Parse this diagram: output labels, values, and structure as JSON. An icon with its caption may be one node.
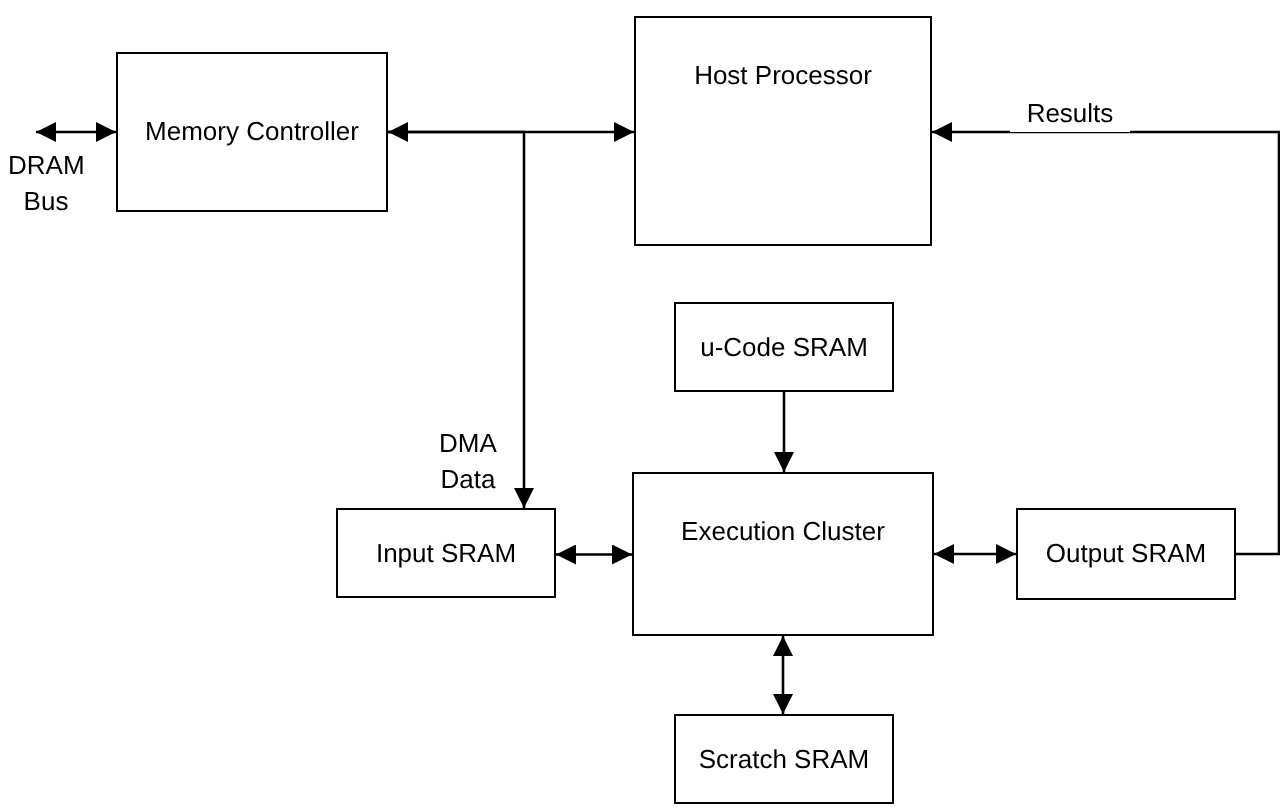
{
  "diagram": {
    "nodes": [
      {
        "text": [
          "Memory Controller"
        ]
      },
      {
        "text": [
          "Host Processor"
        ]
      },
      {
        "text": [
          "u-Code SRAM"
        ]
      },
      {
        "text": [
          "Input SRAM"
        ]
      },
      {
        "text": [
          "Execution Cluster"
        ]
      },
      {
        "text": [
          "Output SRAM"
        ]
      },
      {
        "text": [
          "Scratch SRAM"
        ]
      }
    ],
    "edges": [
      {
        "from": null,
        "to": 0,
        "arrow": "both",
        "label": "DRAM Bus"
      },
      {
        "from": 0,
        "to": 1,
        "arrow": "both"
      },
      {
        "from": 0,
        "to": 3,
        "arrow": "to",
        "label": "DMA Data"
      },
      {
        "from": 5,
        "to": 1,
        "arrow": "to",
        "label": "Results"
      },
      {
        "from": 2,
        "to": 4,
        "arrow": "to"
      },
      {
        "from": 3,
        "to": 4,
        "arrow": "both"
      },
      {
        "from": 4,
        "to": 5,
        "arrow": "both"
      },
      {
        "from": 4,
        "to": 6,
        "arrow": "both"
      }
    ]
  }
}
